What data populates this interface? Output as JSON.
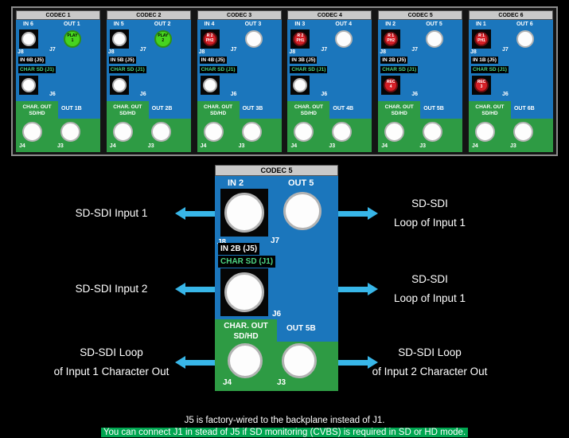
{
  "colors": {
    "panel_blue": "#1b76bc",
    "panel_green": "#2e9b44",
    "header_gray": "#c9c9c9",
    "connector_red": "#d41f26",
    "connector_green": "#46d31f",
    "arrow_cyan": "#38b6e8",
    "note_highlight_green": "#00a651"
  },
  "top_panel": {
    "codecs": [
      {
        "title": "CODEC 1",
        "in": "IN 6",
        "out": "OUT 1",
        "j8": "J8",
        "j7": "J7",
        "in_b": "IN 6B (J5)",
        "char_sd": "CHAR SD (J1)",
        "j6": "J6",
        "out_b": "OUT 1B",
        "char_out": "CHAR. OUT",
        "sd_hd": "SD/HD",
        "j4": "J4",
        "j3": "J3",
        "conn_j8": {
          "type": "white",
          "label": ""
        },
        "conn_j7": {
          "type": "green",
          "label": "PLAY\n1"
        },
        "conn_j6": {
          "type": "white",
          "label": ""
        }
      },
      {
        "title": "CODEC 2",
        "in": "IN 5",
        "out": "OUT 2",
        "j8": "J8",
        "j7": "J7",
        "in_b": "IN 5B (J5)",
        "char_sd": "CHAR SD (J1)",
        "j6": "J6",
        "out_b": "OUT 2B",
        "char_out": "CHAR. OUT",
        "sd_hd": "SD/HD",
        "j4": "J4",
        "j3": "J3",
        "conn_j8": {
          "type": "white",
          "label": ""
        },
        "conn_j7": {
          "type": "green",
          "label": "PLAY\n2"
        },
        "conn_j6": {
          "type": "white",
          "label": ""
        }
      },
      {
        "title": "CODEC 3",
        "in": "IN 4",
        "out": "OUT 3",
        "j8": "J8",
        "j7": "J7",
        "in_b": "IN 4B (J5)",
        "char_sd": "CHAR SD (J1)",
        "j6": "J6",
        "out_b": "OUT 3B",
        "char_out": "CHAR. OUT",
        "sd_hd": "SD/HD",
        "j4": "J4",
        "j3": "J3",
        "conn_j8": {
          "type": "red",
          "label": "R 2\nPH2"
        },
        "conn_j7": {
          "type": "white",
          "label": ""
        },
        "conn_j6": {
          "type": "white",
          "label": ""
        }
      },
      {
        "title": "CODEC 4",
        "in": "IN 3",
        "out": "OUT 4",
        "j8": "J8",
        "j7": "J7",
        "in_b": "IN 3B (J5)",
        "char_sd": "CHAR SD (J1)",
        "j6": "J6",
        "out_b": "OUT 4B",
        "char_out": "CHAR. OUT",
        "sd_hd": "SD/HD",
        "j4": "J4",
        "j3": "J3",
        "conn_j8": {
          "type": "red",
          "label": "R 2\nPH1"
        },
        "conn_j7": {
          "type": "white",
          "label": ""
        },
        "conn_j6": {
          "type": "white",
          "label": ""
        }
      },
      {
        "title": "CODEC 5",
        "in": "IN 2",
        "out": "OUT 5",
        "j8": "J8",
        "j7": "J7",
        "in_b": "IN 2B (J5)",
        "char_sd": "CHAR SD (J1)",
        "j6": "J6",
        "out_b": "OUT 5B",
        "char_out": "CHAR. OUT",
        "sd_hd": "SD/HD",
        "j4": "J4",
        "j3": "J3",
        "conn_j8": {
          "type": "red",
          "label": "R 1\nPH2"
        },
        "conn_j7": {
          "type": "white",
          "label": ""
        },
        "conn_j6": {
          "type": "red",
          "label": "REC\n4"
        }
      },
      {
        "title": "CODEC 6",
        "in": "IN 1",
        "out": "OUT 6",
        "j8": "J8",
        "j7": "J7",
        "in_b": "IN 1B (J5)",
        "char_sd": "CHAR SD (J1)",
        "j6": "J6",
        "out_b": "OUT 6B",
        "char_out": "CHAR. OUT",
        "sd_hd": "SD/HD",
        "j4": "J4",
        "j3": "J3",
        "conn_j8": {
          "type": "red",
          "label": "R 1\nPH1"
        },
        "conn_j7": {
          "type": "white",
          "label": ""
        },
        "conn_j6": {
          "type": "red",
          "label": "REC\n3"
        }
      }
    ]
  },
  "detail_panel": {
    "title": "CODEC 5",
    "in": "IN 2",
    "out": "OUT 5",
    "j8": "J8",
    "j7": "J7",
    "in_b": "IN 2B (J5)",
    "char_sd": "CHAR SD (J1)",
    "j6": "J6",
    "out_b": "OUT 5B",
    "char_out": "CHAR. OUT",
    "sd_hd": "SD/HD",
    "j4": "J4",
    "j3": "J3",
    "conn_j8": {
      "type": "white",
      "label": ""
    },
    "conn_j7": {
      "type": "white",
      "label": ""
    },
    "conn_j6": {
      "type": "white",
      "label": ""
    }
  },
  "annotations": {
    "left": [
      {
        "line1": "SD-SDI Input 1",
        "line2": ""
      },
      {
        "line1": "SD-SDI Input 2",
        "line2": ""
      },
      {
        "line1": "SD-SDI Loop",
        "line2": "of Input 1 Character Out"
      }
    ],
    "right": [
      {
        "line1": "SD-SDI",
        "line2": "Loop of Input 1"
      },
      {
        "line1": "SD-SDI",
        "line2": "Loop of Input 1"
      },
      {
        "line1": "SD-SDI Loop",
        "line2": "of Input 2 Character Out"
      }
    ]
  },
  "footnotes": {
    "line1": "J5 is factory-wired to the backplane instead of J1.",
    "line2": "You can connect J1 in stead of J5 if SD monitoring (CVBS) is required in SD or HD mode."
  }
}
